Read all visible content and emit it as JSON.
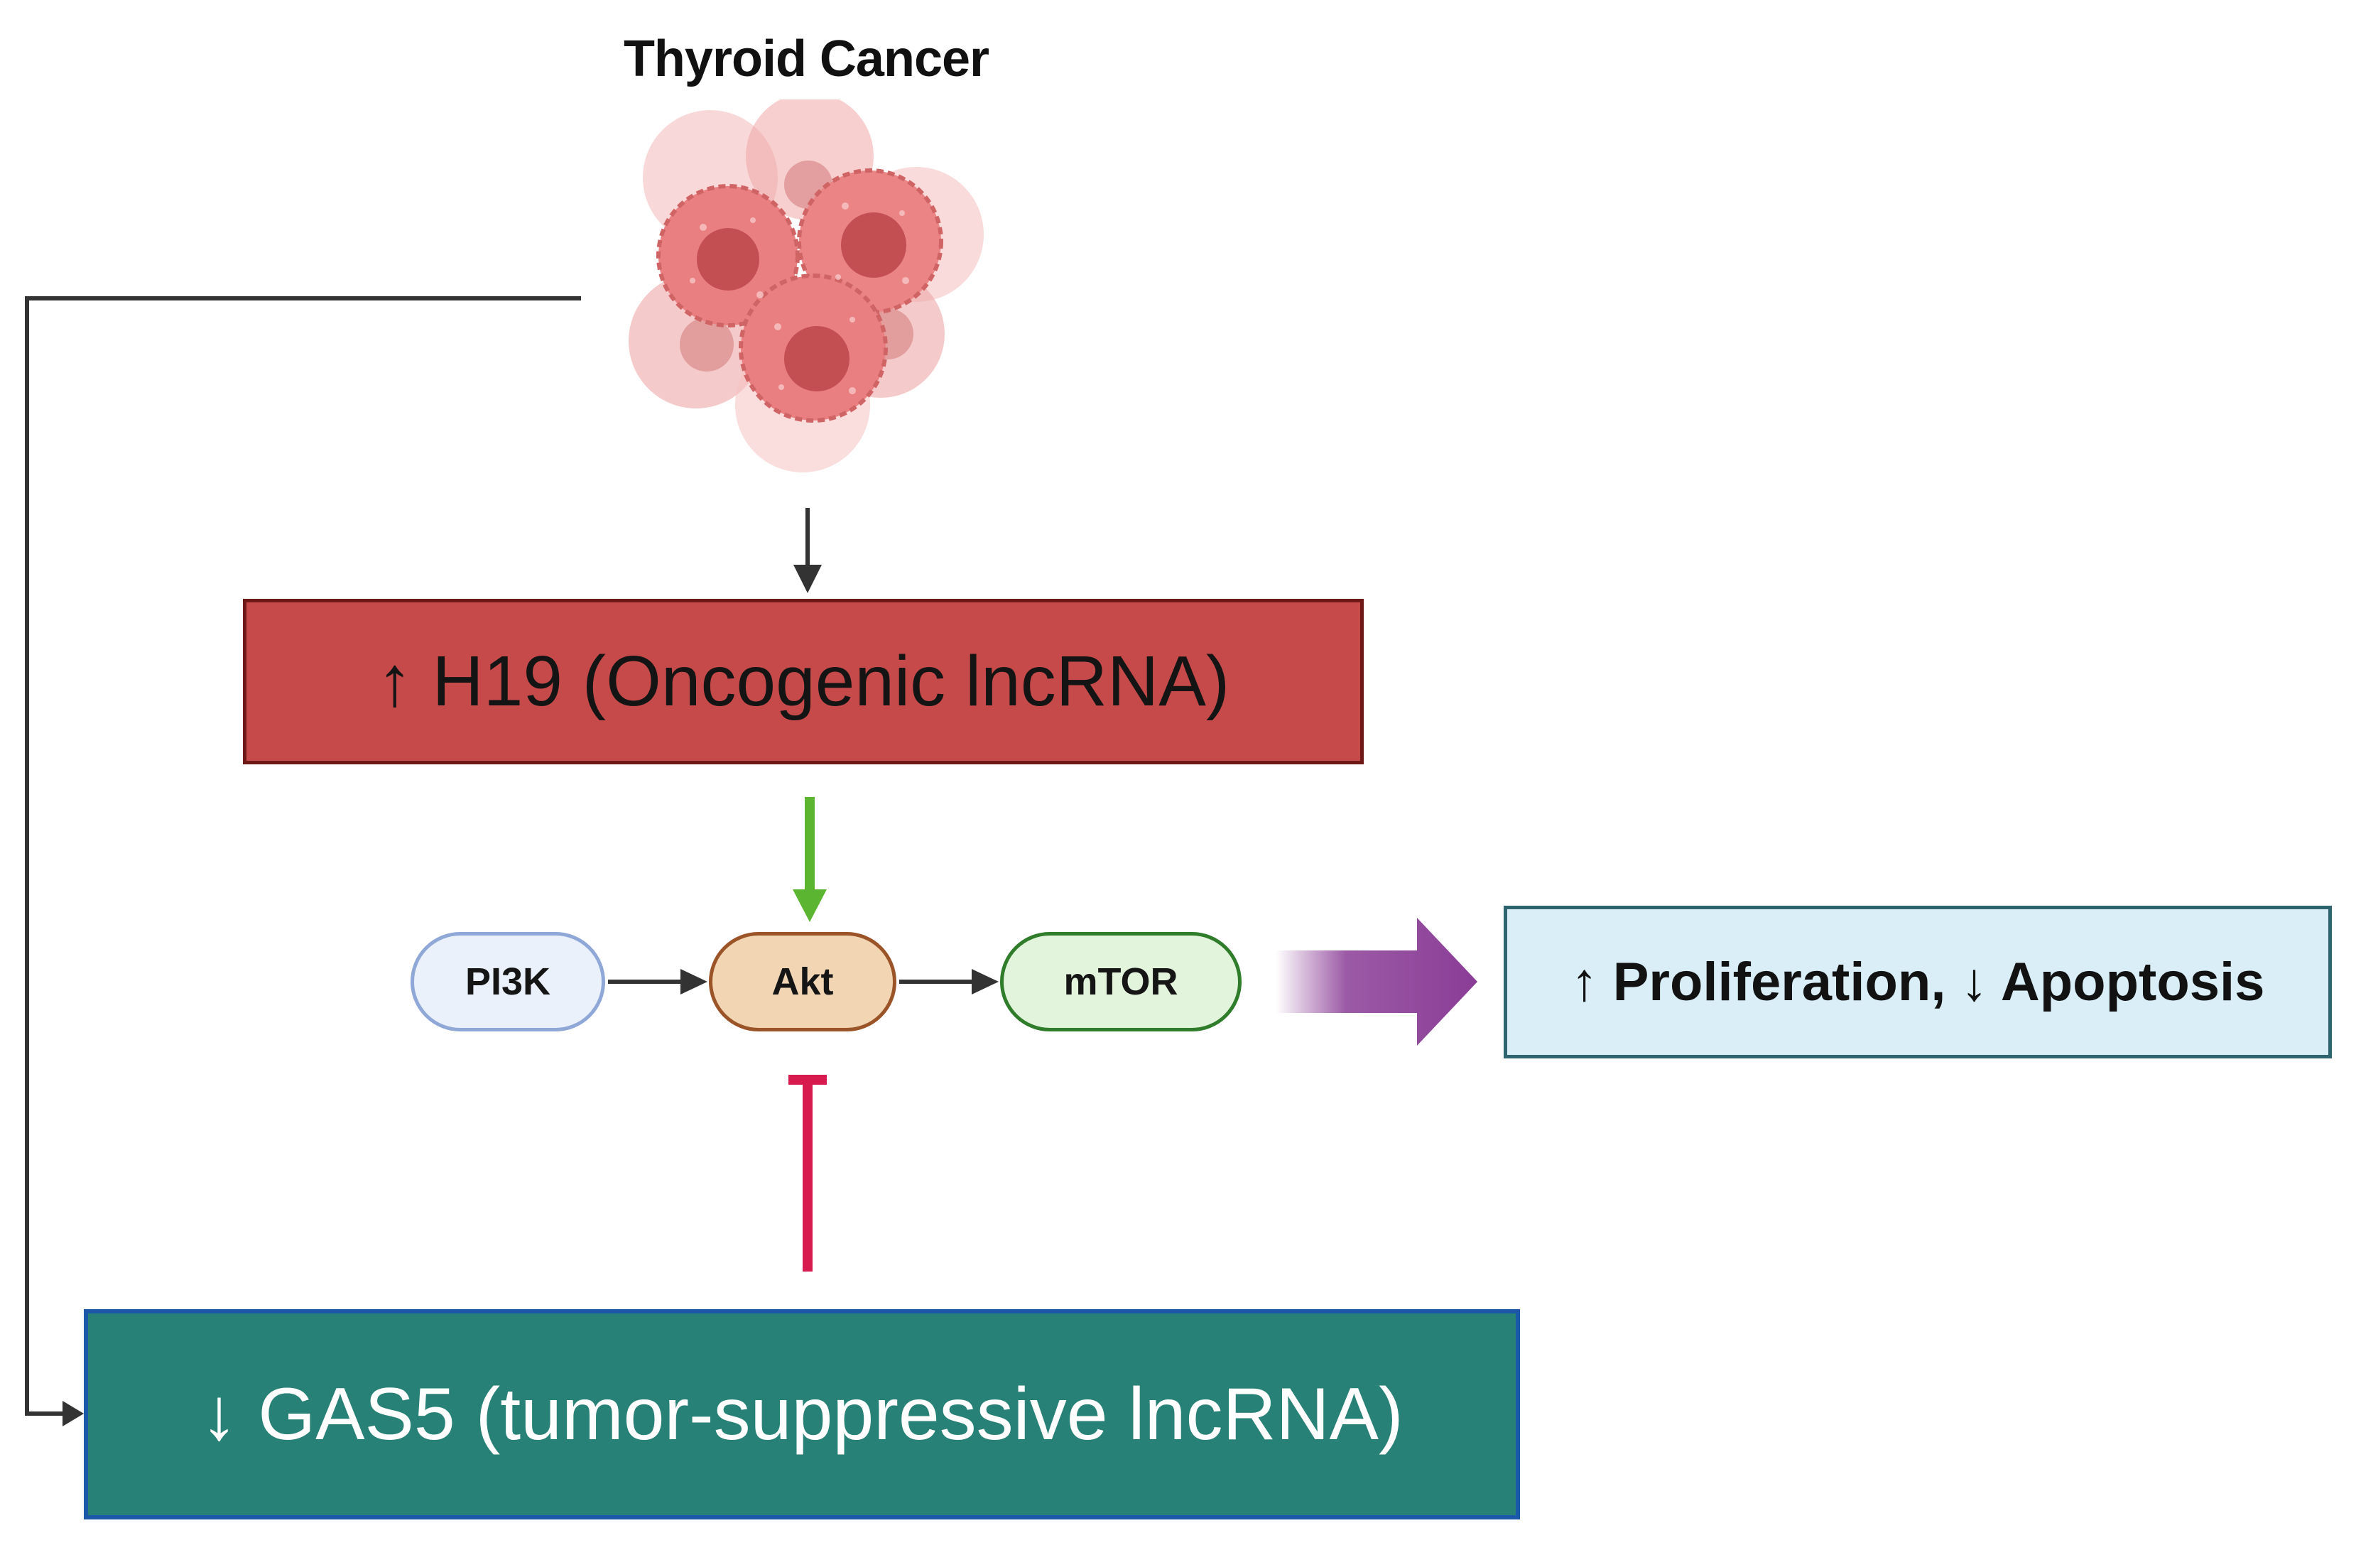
{
  "title": "Thyroid Cancer",
  "h19": {
    "label": "↑ H19 (Oncogenic lncRNA)"
  },
  "gas5": {
    "label": "↓ GAS5 (tumor-suppressive lncRNA)"
  },
  "pathway": {
    "pi3k": "PI3K",
    "akt": "Akt",
    "mtor": "mTOR"
  },
  "outcome": {
    "label": "↑ Proliferation, ↓ Apoptosis"
  },
  "colors": {
    "h19_fill": "#c64a4a",
    "gas5_fill": "#288176",
    "activation_arrow": "#5cb531",
    "inhibition_bar": "#d81b4e",
    "outcome_arrow": "#8a3d96",
    "outcome_fill": "#d9eef7"
  },
  "icons": {
    "cells": "cancer-cell-cluster-icon"
  }
}
